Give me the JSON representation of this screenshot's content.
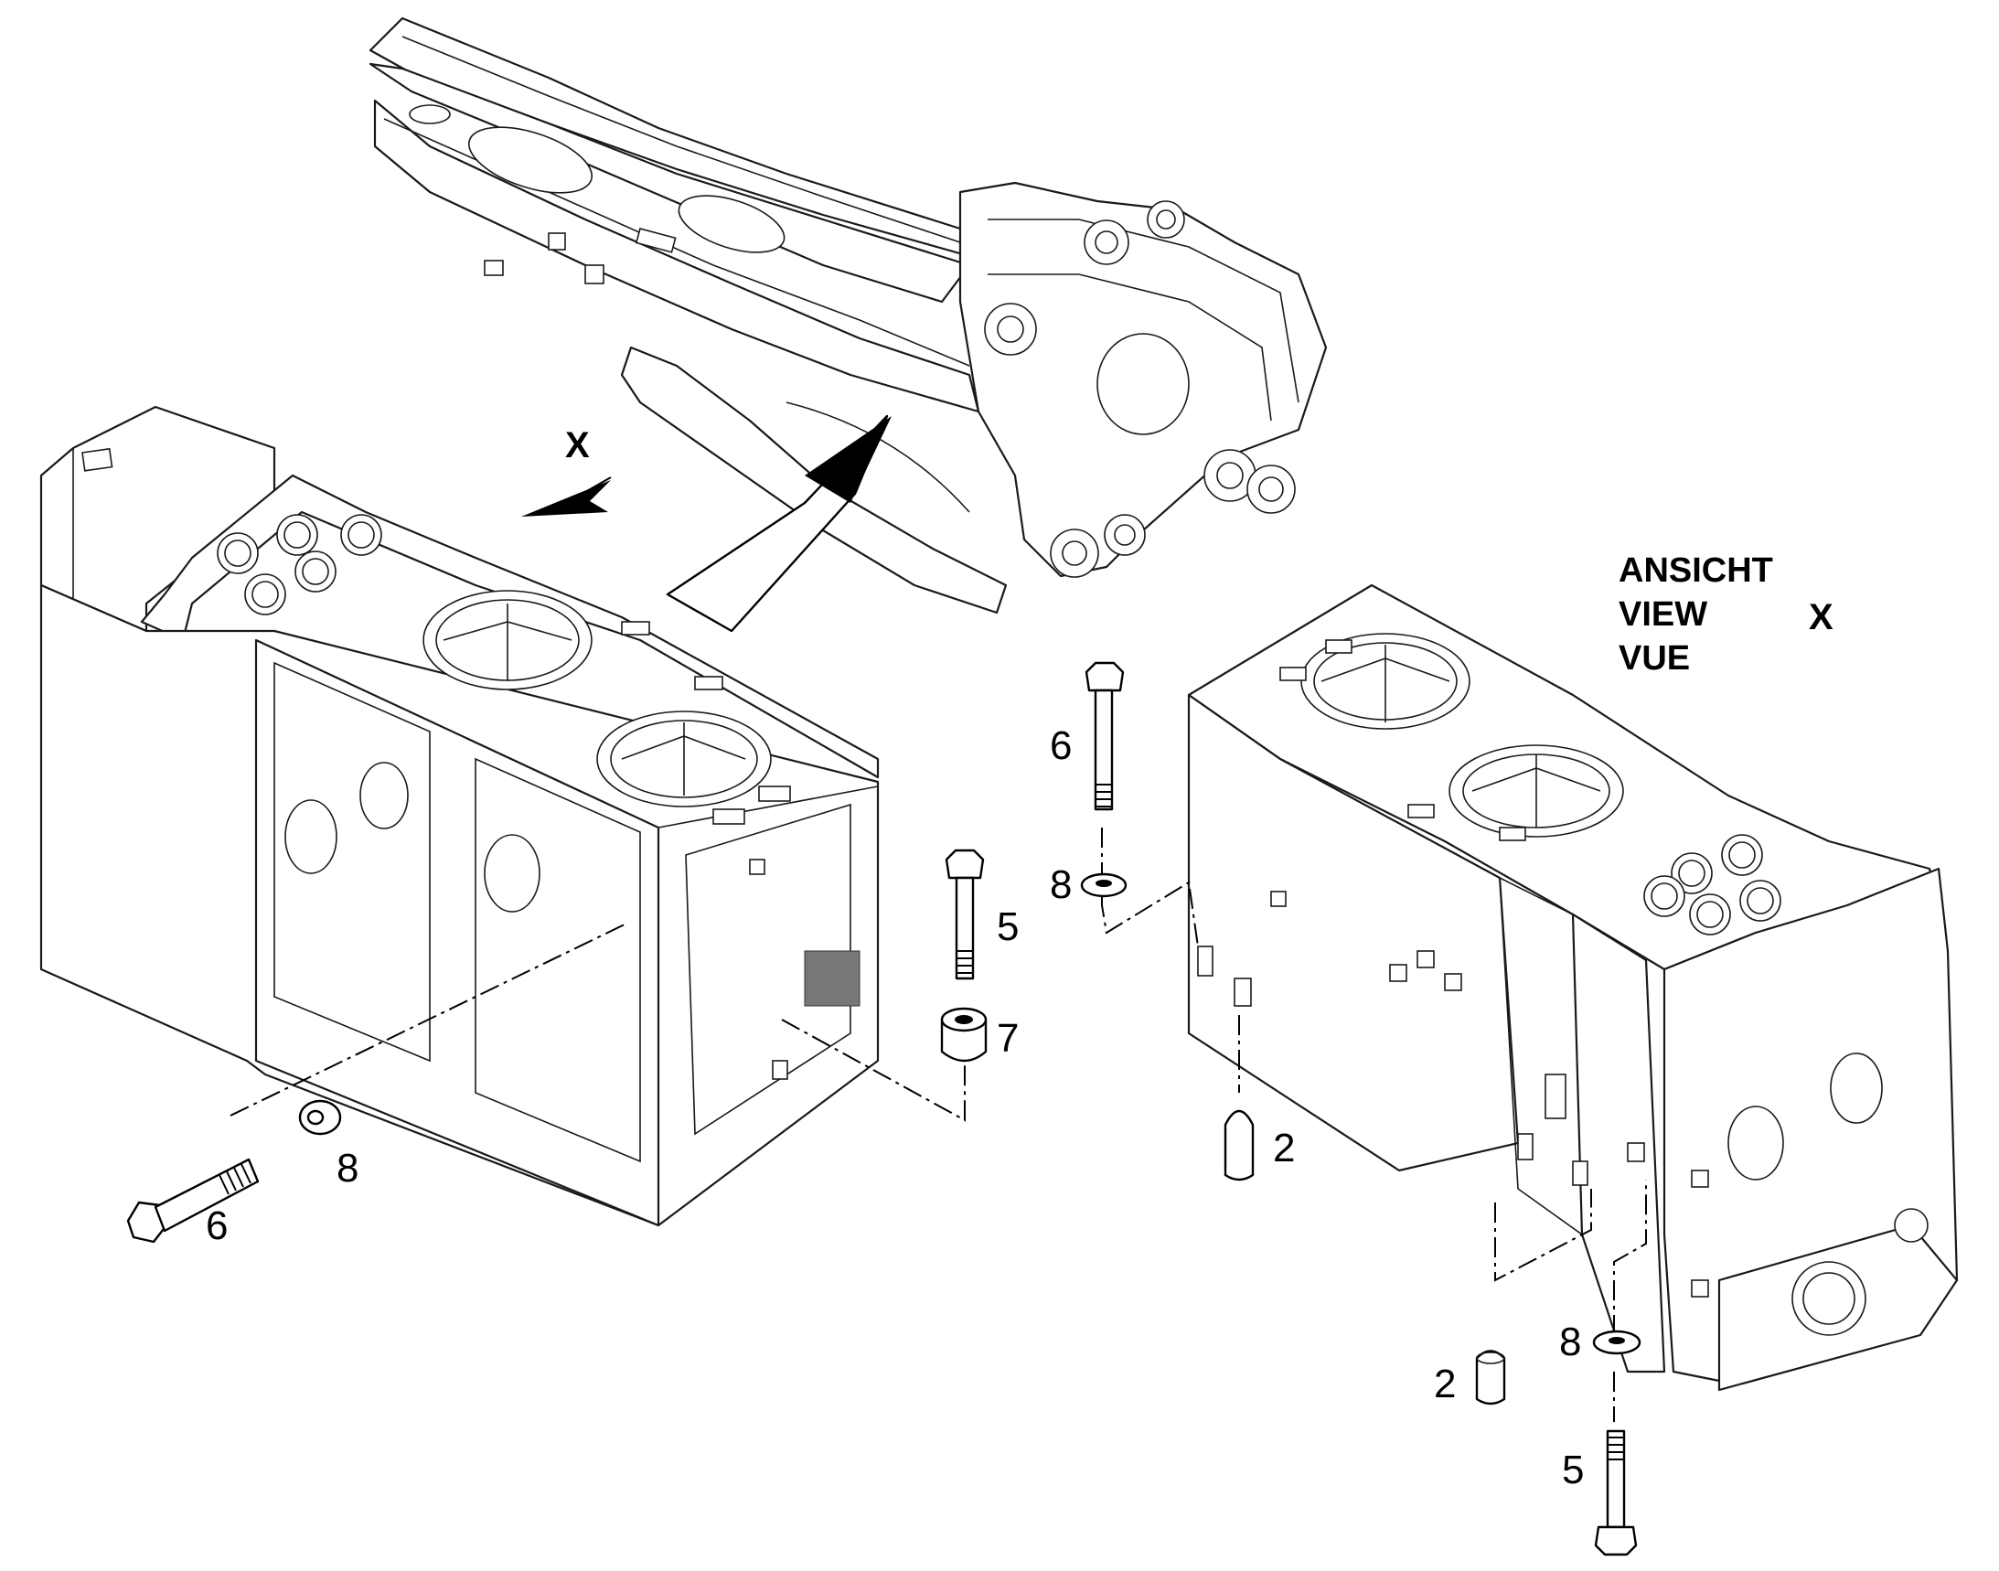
{
  "view_caption": {
    "line1": "ANSICHT",
    "line2": "VIEW",
    "line3": "VUE",
    "marker": "X"
  },
  "view_arrow_label": "X",
  "part_callouts": {
    "bolt_left": "6",
    "washer_left": "8",
    "bolt_mid": "5",
    "spacer_mid": "7",
    "bolt_right_top": "6",
    "washer_right_top": "8",
    "pin_right": "2",
    "pin_lower": "2",
    "washer_lower": "8",
    "bolt_lower": "5"
  }
}
